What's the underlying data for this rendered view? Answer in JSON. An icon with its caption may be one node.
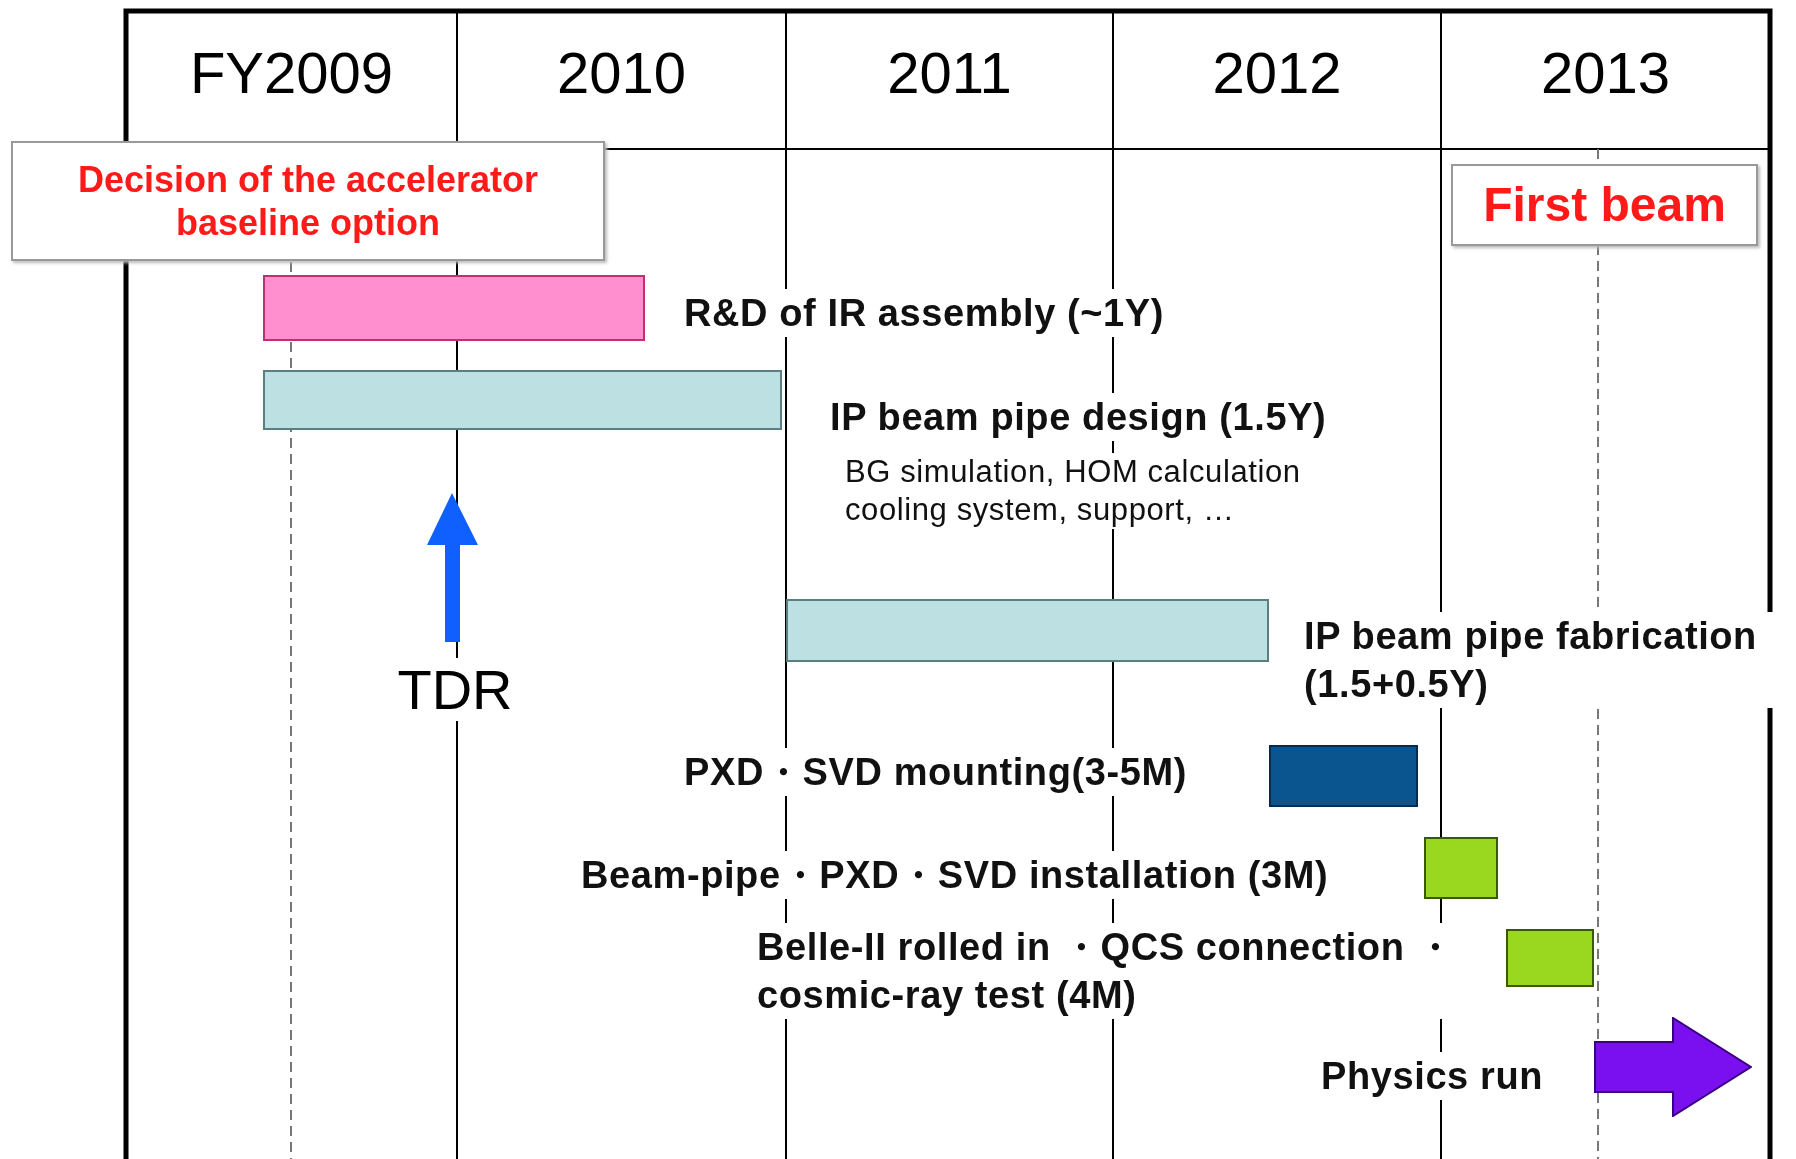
{
  "diagram": {
    "nodes": [
      {
        "text": [
          "Decision of the accelerator baseline option"
        ]
      },
      {
        "text": [
          "First beam"
        ]
      },
      {
        "text": [],
        "shape": "bar",
        "beside": [
          "R&D of IR assembly (~1Y)"
        ]
      },
      {
        "text": [],
        "shape": "bar",
        "beside": [
          "IP beam pipe design (1.5Y)",
          "BG simulation, HOM calculation cooling system, support, …"
        ]
      },
      {
        "text": [],
        "shape": "bar",
        "beside": [
          "IP beam pipe fabrication (1.5+0.5Y)"
        ]
      },
      {
        "text": [],
        "shape": "bar",
        "beside": [
          "PXD・SVD mounting(3-5M)"
        ]
      },
      {
        "text": [],
        "shape": "bar"
      },
      {
        "text": [],
        "shape": "bar"
      },
      {
        "text": [],
        "shape": "arrow",
        "beside": [
          "Physics run"
        ]
      }
    ],
    "labels": [
      "FY2009",
      "2010",
      "2011",
      "2012",
      "2013",
      "TDR",
      "Beam-pipe・PXD・SVD installation (3M)",
      "Belle-II rolled in ・QCS connection ・ cosmic-ray test (4M)"
    ]
  }
}
